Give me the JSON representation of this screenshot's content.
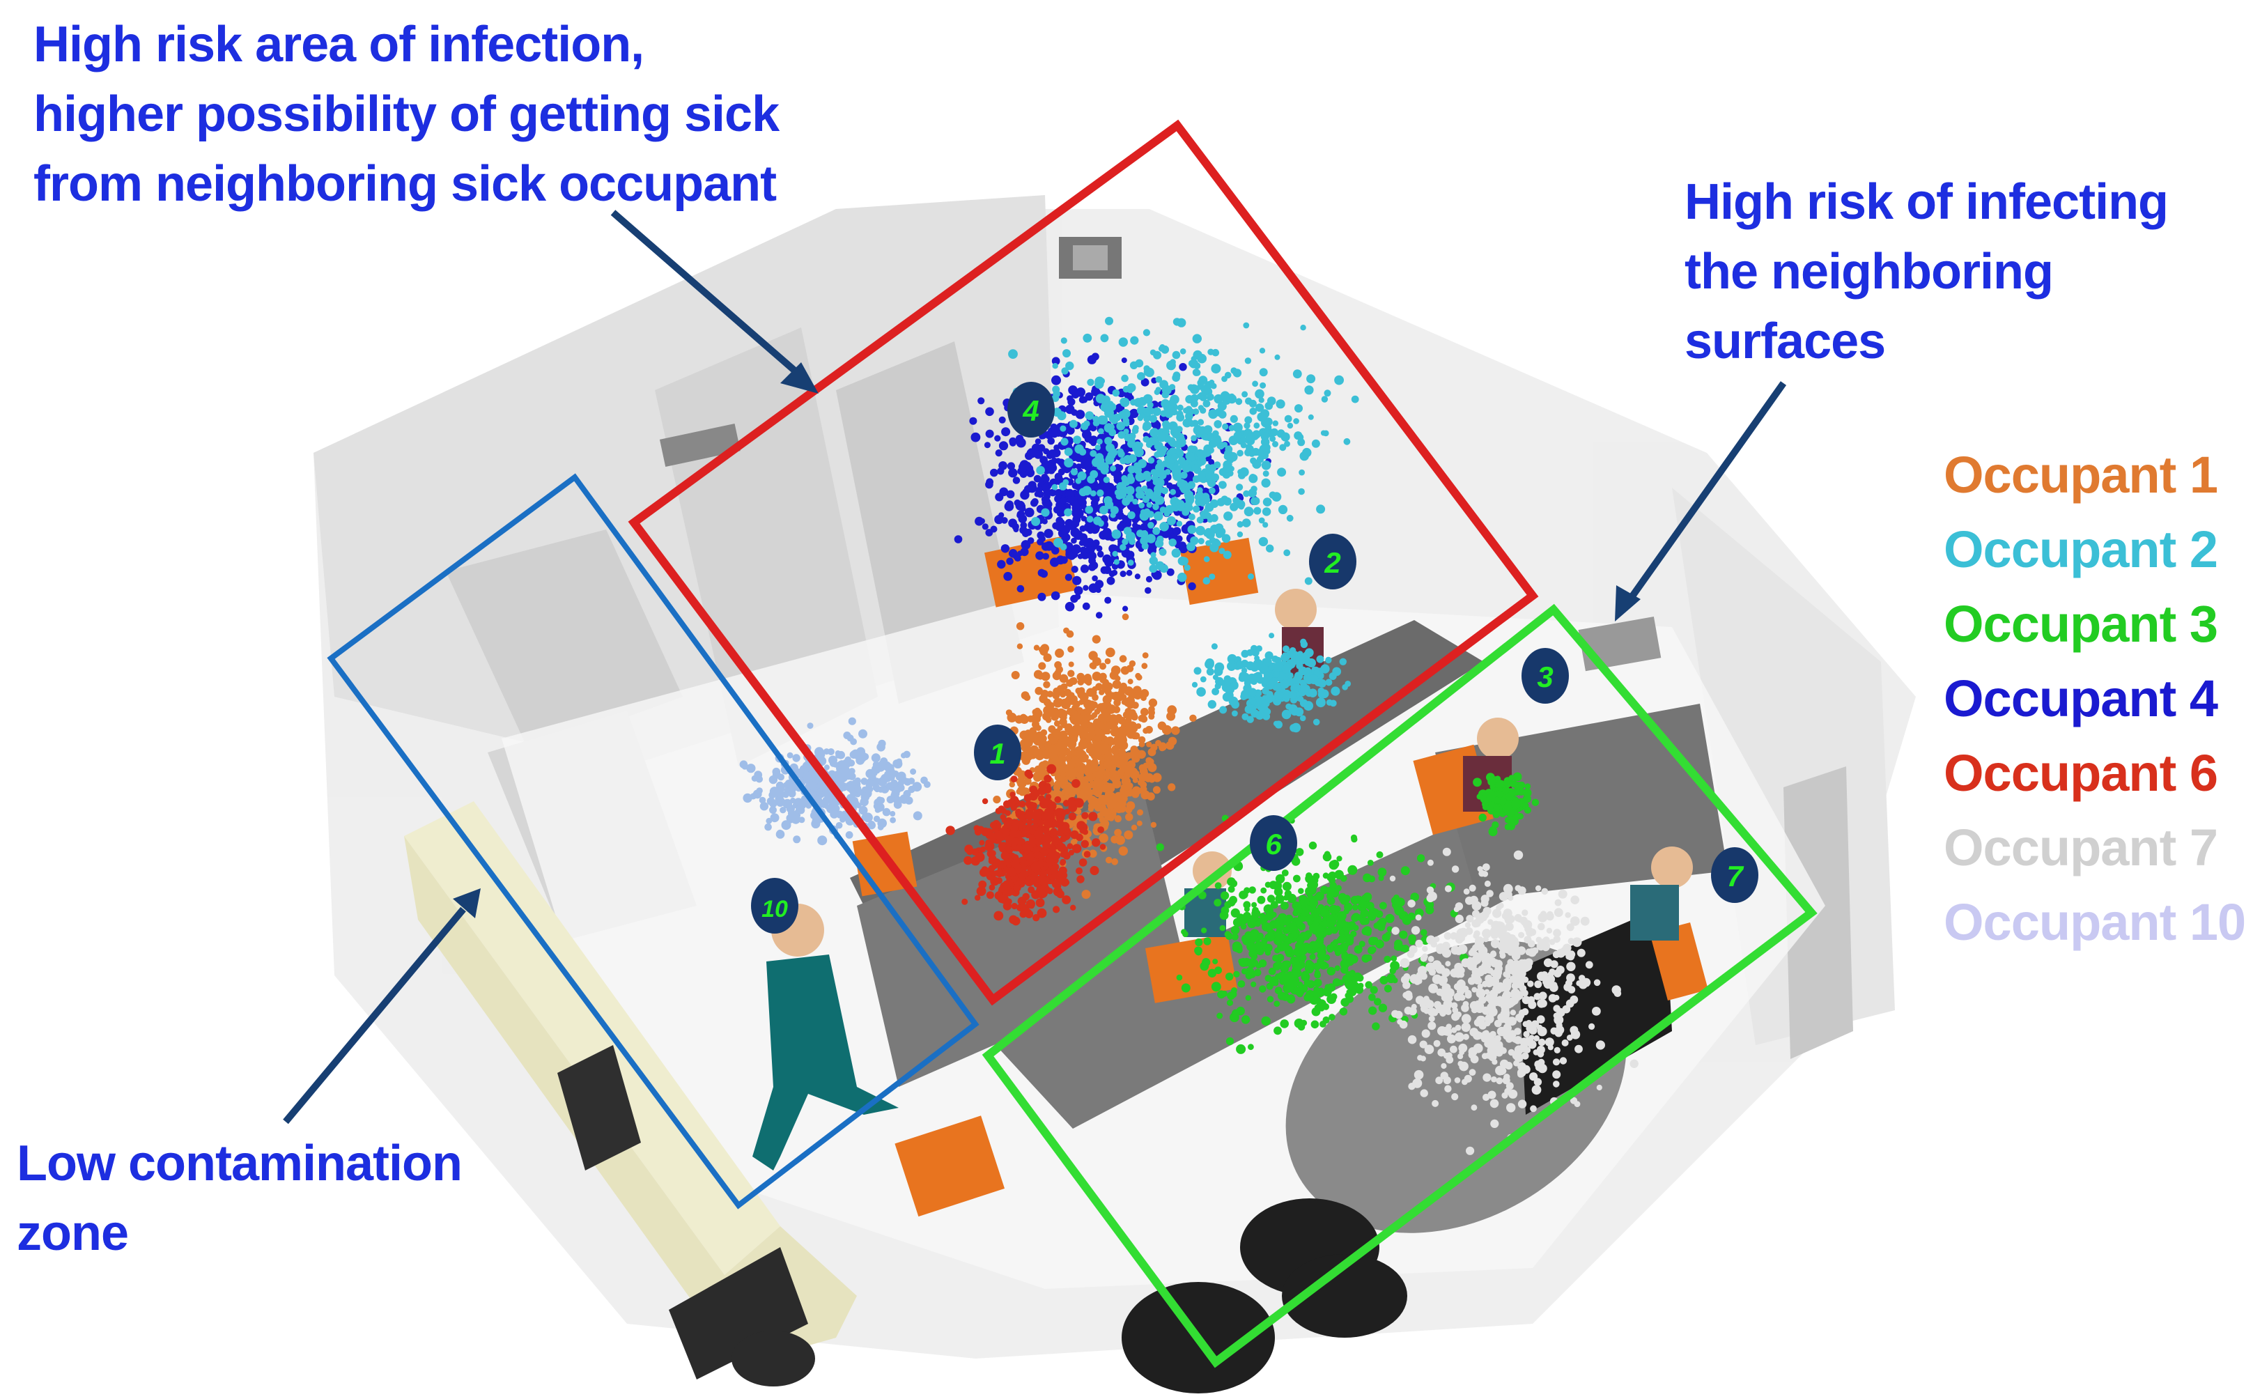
{
  "annotations": {
    "high_risk_area": [
      "High risk area of infection,",
      "higher possibility of getting sick",
      "from neighboring sick occupant"
    ],
    "high_risk_surfaces": [
      "High risk of infecting",
      "the neighboring",
      "surfaces"
    ],
    "low_contamination": [
      "Low contamination",
      "zone"
    ]
  },
  "legend": [
    {
      "label": "Occupant 1",
      "color": "#e07a30"
    },
    {
      "label": "Occupant 2",
      "color": "#3bbfd6"
    },
    {
      "label": "Occupant 3",
      "color": "#22cc22"
    },
    {
      "label": "Occupant 4",
      "color": "#1a1ad0"
    },
    {
      "label": "Occupant 6",
      "color": "#d8301c"
    },
    {
      "label": "Occupant 7",
      "color": "#d0d0d0"
    },
    {
      "label": "Occupant 10",
      "color": "#c9c9f2"
    }
  ],
  "occupant_markers": [
    "1",
    "2",
    "3",
    "4",
    "6",
    "7",
    "10"
  ],
  "zones": {
    "high_risk_box_color": "#dd2020",
    "surfaces_box_color": "#33dd33",
    "low_contamination_box_color": "#1a6fc4",
    "arrow_color": "#173f73"
  }
}
